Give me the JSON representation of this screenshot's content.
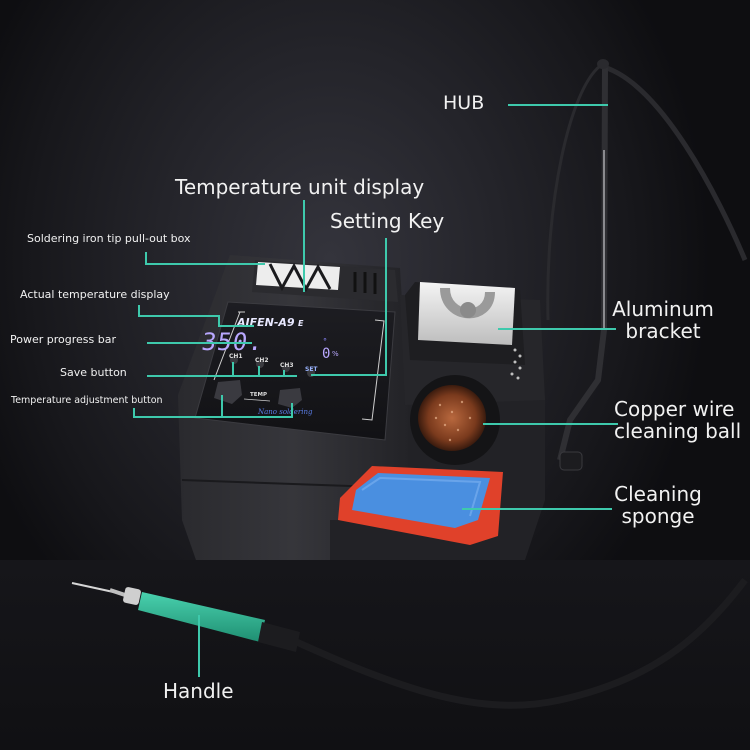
{
  "product": {
    "brand_display": "AIFEN-A9",
    "brand_suffix": "E",
    "display": {
      "temperature": "350.",
      "power_percent": "0",
      "percent_sign": "%",
      "unit_indicator": "°"
    },
    "buttons": {
      "ch1": "CH1",
      "ch2": "CH2",
      "ch3": "CH3",
      "set": "SET",
      "temp": "TEMP"
    },
    "signature": "Nano soldering"
  },
  "callouts": {
    "hub": "HUB",
    "temperature_unit_display": "Temperature unit display",
    "setting_key": "Setting Key",
    "tip_pullout_box": "Soldering iron tip pull-out box",
    "actual_temperature_display": "Actual temperature display",
    "power_progress_bar": "Power progress bar",
    "save_button": "Save button",
    "temperature_adjustment_button": "Temperature adjustment button",
    "aluminum_bracket_line1": "Aluminum",
    "aluminum_bracket_line2": "bracket",
    "copper_ball_line1": "Copper wire",
    "copper_ball_line2": "cleaning ball",
    "sponge_line1": "Cleaning",
    "sponge_line2": "sponge",
    "handle": "Handle"
  },
  "colors": {
    "callout_line": "#3ec9ac",
    "background": "#1c1c21",
    "handle_grip": "#2fb592",
    "sponge": "#4a8fe0",
    "sponge_tray": "#e0412a",
    "display_digits": "#b9a8ff"
  }
}
